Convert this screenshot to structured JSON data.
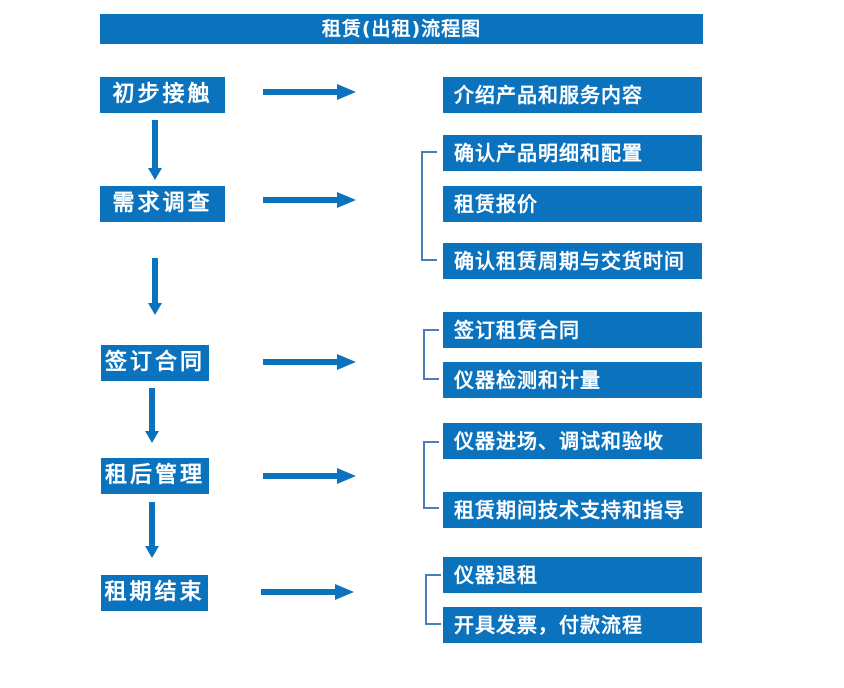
{
  "title": "租赁(出租)流程图",
  "colors": {
    "primary_blue": "#0B72BE",
    "bracket_blue": "#4A7EBB",
    "box_text": "#FFFFFF",
    "background": "#FFFFFF"
  },
  "flow": {
    "steps": [
      {
        "label": "初步接触",
        "details": [
          "介绍产品和服务内容"
        ]
      },
      {
        "label": "需求调查",
        "details": [
          "确认产品明细和配置",
          "租赁报价",
          "确认租赁周期与交货时间"
        ]
      },
      {
        "label": "签订合同",
        "details": [
          "签订租赁合同",
          "仪器检测和计量"
        ]
      },
      {
        "label": "租后管理",
        "details": [
          "仪器进场、调试和验收",
          "租赁期间技术支持和指导"
        ]
      },
      {
        "label": "租期结束",
        "details": [
          "仪器退租",
          "开具发票，付款流程"
        ]
      }
    ]
  }
}
